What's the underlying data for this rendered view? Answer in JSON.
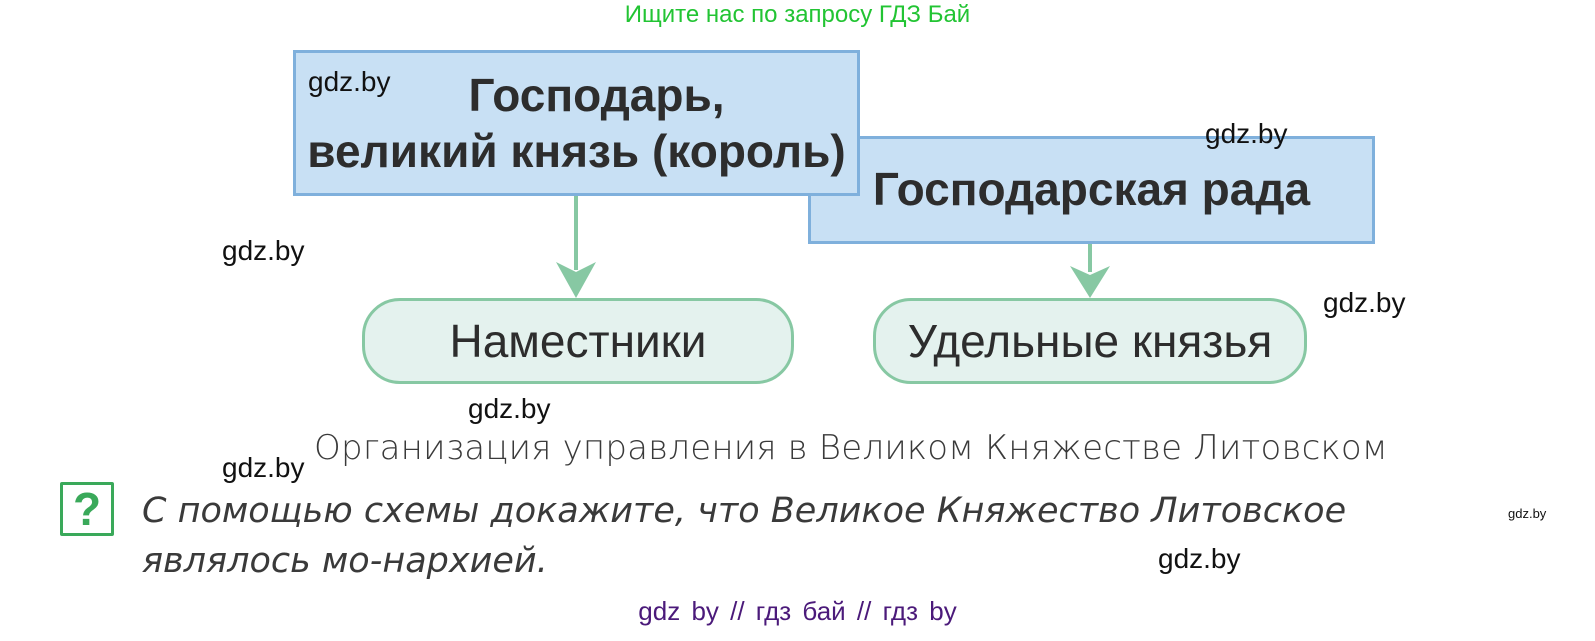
{
  "banner": {
    "text": "Ищите нас по запросу ГДЗ Бай",
    "color": "#22c433"
  },
  "diagram": {
    "top_boxes": [
      {
        "label_line1": "Господарь,",
        "label_line2": "великий князь (король)"
      },
      {
        "label": "Господарская рада"
      }
    ],
    "bottom_boxes": [
      {
        "label": "Наместники"
      },
      {
        "label": "Удельные князья"
      }
    ],
    "arrows": [
      {
        "from": "Господарь, великий князь (король)",
        "to": "Наместники"
      },
      {
        "from": "Господарская рада",
        "to": "Удельные князья"
      }
    ],
    "colors": {
      "box_fill": "#c8e0f4",
      "box_border": "#7fb0dc",
      "pill_fill": "#e4f2ee",
      "pill_border": "#87c8a3",
      "arrow": "#87c8a3"
    }
  },
  "caption": "Организация управления в Великом Княжестве Литовском",
  "question": {
    "icon": "question-mark-icon",
    "text": "С помощью схемы докажите, что Великое Княжество Литовское являлось мо-нархией."
  },
  "watermarks": [
    "gdz.by",
    "gdz.by",
    "gdz.by",
    "gdz.by",
    "gdz.by",
    "gdz.by",
    "gdz.by",
    "gdz.by"
  ],
  "footer": {
    "text": "gdz by  //  гдз бай  //  гдз by",
    "color": "#4b1a7a"
  }
}
